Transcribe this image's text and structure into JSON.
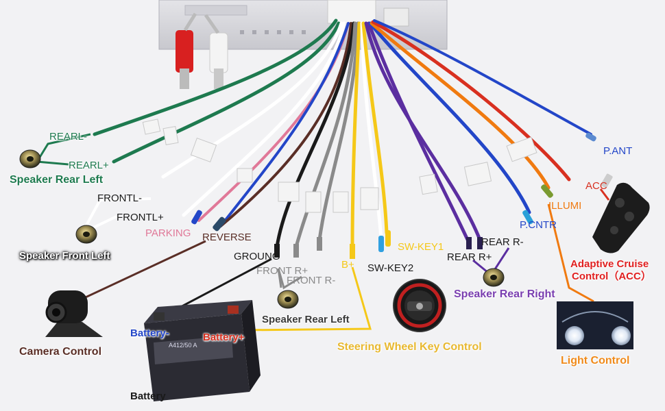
{
  "colors": {
    "green": "#1e7a4f",
    "white_wire": "#ffffff",
    "pink": "#e07898",
    "brown": "#5a2e26",
    "black": "#1a1a1a",
    "gray": "#8a8a8a",
    "yellow": "#f5c818",
    "purple": "#5b2ea0",
    "blue": "#2346c8",
    "orange": "#f07a10",
    "red": "#d83020",
    "speaker_label": "#3a3a3a",
    "steering_label": "#e8b830",
    "rear_right_label": "#7a3fb0",
    "light_label": "#f08a1a",
    "acc_label": "#e02020",
    "speaker_rear_left_label": "#1e7a4f"
  },
  "wires": {
    "rearl_minus": "REARL-",
    "rearl_plus": "REARL+",
    "frontl_minus": "FRONTL-",
    "frontl_plus": "FRONTL+",
    "parking": "PARKING",
    "reverse": "REVERSE",
    "groung": "GROUNG",
    "front_r_plus": "FRONT R+",
    "front_r_minus": "FRONT R-",
    "b_plus": "B+",
    "sw_key1": "SW-KEY1",
    "sw_key2": "SW-KEY2",
    "rear_r_minus": "REAR R-",
    "rear_r_plus": "REAR R+",
    "p_cntr": "P.CNTR",
    "illumi": "ILLUMI",
    "acc": "ACC",
    "p_ant": "P.ANT"
  },
  "captions": {
    "speaker_rear_left_top": "Speaker Rear Left",
    "speaker_front_left": "Speaker Front Left",
    "camera_control": "Camera Control",
    "battery": "Battery",
    "battery_minus": "Battery-",
    "battery_plus": "Battery+",
    "speaker_rear_left_bottom": "Speaker Rear Left",
    "steering_wheel_key_control": "Steering Wheel Key Control",
    "speaker_rear_right": "Speaker Rear Right",
    "light_control": "Light Control",
    "adaptive_cruise_line1": "Adaptive Cruise",
    "adaptive_cruise_line2": "Control（ACC）"
  },
  "battery_model": "A412/50 A"
}
